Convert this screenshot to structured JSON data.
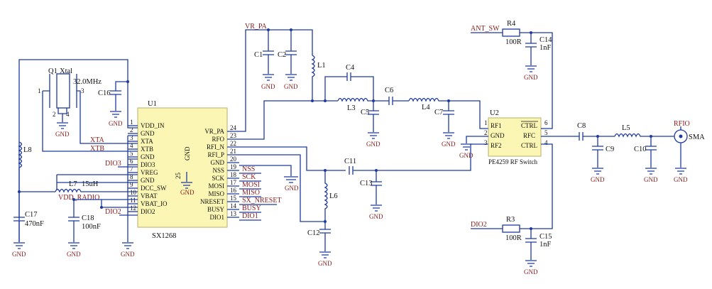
{
  "u1": {
    "ref": "U1",
    "part": "SX1268",
    "left_pins": [
      {
        "num": "1",
        "name": "VDD_IN"
      },
      {
        "num": "2",
        "name": "GND"
      },
      {
        "num": "3",
        "name": "XTA"
      },
      {
        "num": "4",
        "name": "XTB"
      },
      {
        "num": "5",
        "name": "GND"
      },
      {
        "num": "6",
        "name": "DIO3"
      },
      {
        "num": "7",
        "name": "VREG"
      },
      {
        "num": "8",
        "name": "GND"
      },
      {
        "num": "9",
        "name": "DCC_SW"
      },
      {
        "num": "10",
        "name": "VBAT"
      },
      {
        "num": "11",
        "name": "VBAT_IO"
      },
      {
        "num": "12",
        "name": "DIO2"
      }
    ],
    "right_pins": [
      {
        "num": "24",
        "name": "VR_PA"
      },
      {
        "num": "23",
        "name": "RFO"
      },
      {
        "num": "22",
        "name": "RFI_N"
      },
      {
        "num": "21",
        "name": "RFI_P"
      },
      {
        "num": "20",
        "name": "GND"
      },
      {
        "num": "19",
        "name": "NSS"
      },
      {
        "num": "18",
        "name": "SCK"
      },
      {
        "num": "17",
        "name": "MOSI"
      },
      {
        "num": "16",
        "name": "MISO"
      },
      {
        "num": "15",
        "name": "NRESET"
      },
      {
        "num": "14",
        "name": "BUSY"
      },
      {
        "num": "13",
        "name": "DIO1"
      }
    ],
    "inner_gnd_label": "GND",
    "inner_gnd_pin": "25",
    "right_nets": [
      "NSS",
      "SCK",
      "MOSI",
      "MISO",
      "SX_NRESET",
      "BUSY",
      "DIO1"
    ]
  },
  "u2": {
    "ref": "U2",
    "part": "PE4259 RF Switch",
    "pins": [
      {
        "num": "1",
        "name": "RF1"
      },
      {
        "num": "2",
        "name": "GND"
      },
      {
        "num": "3",
        "name": "RF2"
      },
      {
        "num": "6",
        "name": "CTRL"
      },
      {
        "num": "5",
        "name": "RFC"
      },
      {
        "num": "4",
        "name": "CTRL"
      }
    ]
  },
  "crystal": {
    "ref": "Q1",
    "type": "Xtal",
    "freq": "32.0MHz",
    "pins": [
      "1",
      "2",
      "3",
      "4"
    ]
  },
  "nets": {
    "vr_pa": "VR_PA",
    "xta": "XTA",
    "xtb": "XTB",
    "dio3": "DIO3",
    "vdd_radio": "VDD_RADIO",
    "dio2_left": "DIO2",
    "ant_sw": "ANT_SW",
    "dio2_right": "DIO2",
    "rfio": "RFIO",
    "sma": "SMA"
  },
  "components": {
    "c1": "C1",
    "c2": "C2",
    "l1": "L1",
    "c4": "C4",
    "l3": "L3",
    "c5": "C5",
    "c6": "C6",
    "l4": "L4",
    "c7": "C7",
    "c11": "C11",
    "c13": "C13",
    "l6": "L6",
    "c12": "C12",
    "c16": "C16",
    "l8": "L8",
    "l7": "L7",
    "l7_val": "15uH",
    "c17": "C17",
    "c17_val": "470nF",
    "c18": "C18",
    "c18_val": "100nF",
    "r4": "R4",
    "r4_val": "100R",
    "c14": "C14",
    "c14_val": "1nF",
    "r3": "R3",
    "r3_val": "100R",
    "c15": "C15",
    "c15_val": "1nF",
    "c8": "C8",
    "l5": "L5",
    "c9": "C9",
    "c10": "C10"
  },
  "gnd": "GND"
}
